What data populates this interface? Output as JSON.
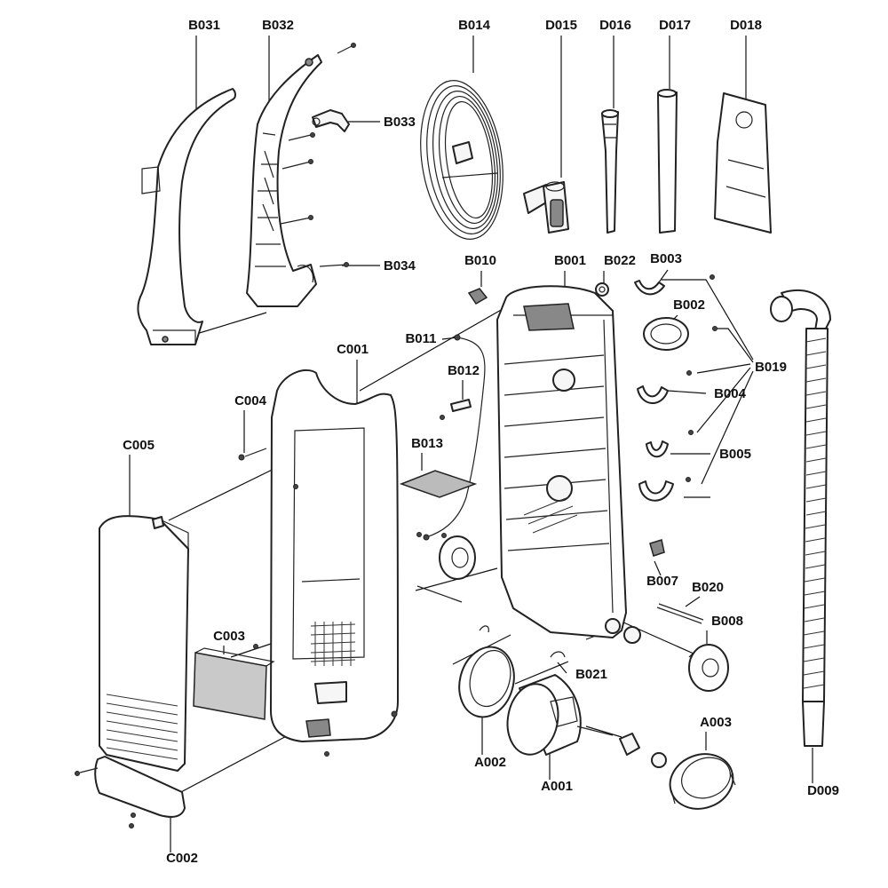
{
  "labels": {
    "B031": "B031",
    "B032": "B032",
    "B033": "B033",
    "B034": "B034",
    "B014": "B014",
    "D015": "D015",
    "D016": "D016",
    "D017": "D017",
    "D018": "D018",
    "B010": "B010",
    "B001": "B001",
    "B022": "B022",
    "B003": "B003",
    "B002": "B002",
    "B011": "B011",
    "B012": "B012",
    "B013": "B013",
    "B019": "B019",
    "B004": "B004",
    "B005": "B005",
    "B007": "B007",
    "B020": "B020",
    "B008": "B008",
    "B021": "B021",
    "C001": "C001",
    "C004": "C004",
    "C005": "C005",
    "C003": "C003",
    "C002": "C002",
    "A001": "A001",
    "A002": "A002",
    "A003": "A003",
    "D009": "D009"
  },
  "colors": {
    "line": "#222222",
    "fill": "#f6f6f6",
    "text": "#111111"
  }
}
